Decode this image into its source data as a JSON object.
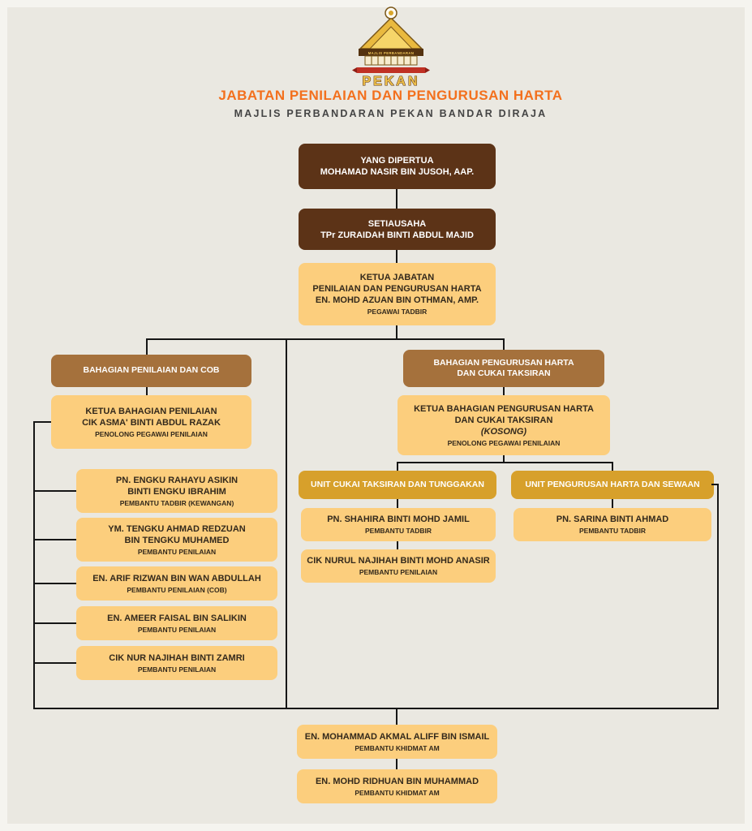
{
  "page": {
    "title": "JABATAN PENILAIAN DAN PENGURUSAN HARTA",
    "subtitle": "MAJLIS PERBANDARAN PEKAN BANDAR DIRAJA"
  },
  "logo": {
    "name": "majlis-perbandaran-pekan-crest",
    "band_text": "MAJLIS PERBANDARAN",
    "banner_text": "PEKAN"
  },
  "colors": {
    "background": "#eae8e1",
    "frame": "#f5f4ef",
    "title_orange": "#f3701d",
    "subtitle_gray": "#454545",
    "dark_brown": "#5c3317",
    "mid_brown": "#a5713c",
    "gold": "#d7a02b",
    "light_yellow": "#fcce7d",
    "line": "#161616"
  },
  "chart": {
    "yang_dipertua": {
      "title": "YANG DIPERTUA",
      "name": "MOHAMAD NASIR BIN JUSOH, AAP."
    },
    "setiausaha": {
      "title": "SETIAUSAHA",
      "name": "TPr ZURAIDAH BINTI ABDUL MAJID"
    },
    "ketua_jabatan": {
      "title": "KETUA JABATAN",
      "dept": "PENILAIAN DAN PENGURUSAN HARTA",
      "name": "EN. MOHD AZUAN BIN OTHMAN, AMP.",
      "role": "PEGAWAI TADBIR"
    },
    "bahagian_penilaian": {
      "header": "BAHAGIAN PENILAIAN DAN COB",
      "ketua": {
        "title": "KETUA BAHAGIAN PENILAIAN",
        "name": "CIK ASMA' BINTI ABDUL RAZAK",
        "role": "PENOLONG PEGAWAI PENILAIAN"
      },
      "staff": [
        {
          "line1": "PN. ENGKU RAHAYU ASIKIN",
          "line2": "BINTI ENGKU IBRAHIM",
          "role": "PEMBANTU TADBIR (KEWANGAN)"
        },
        {
          "line1": "YM. TENGKU AHMAD REDZUAN",
          "line2": "BIN TENGKU MUHAMED",
          "role": "PEMBANTU PENILAIAN"
        },
        {
          "line1": "EN. ARIF RIZWAN BIN WAN ABDULLAH",
          "role": "PEMBANTU PENILAIAN (COB)"
        },
        {
          "line1": "EN. AMEER FAISAL BIN SALIKIN",
          "role": "PEMBANTU PENILAIAN"
        },
        {
          "line1": "CIK NUR NAJIHAH BINTI ZAMRI",
          "role": "PEMBANTU PENILAIAN"
        }
      ]
    },
    "bahagian_pengurusan": {
      "header_line1": "BAHAGIAN PENGURUSAN HARTA",
      "header_line2": "DAN CUKAI TAKSIRAN",
      "ketua": {
        "title_line1": "KETUA BAHAGIAN PENGURUSAN HARTA",
        "title_line2": "DAN CUKAI TAKSIRAN",
        "name": "(KOSONG)",
        "role": "PENOLONG PEGAWAI PENILAIAN"
      },
      "unit_cukai": {
        "header": "UNIT CUKAI TAKSIRAN DAN TUNGGAKAN",
        "staff": [
          {
            "name": "PN. SHAHIRA BINTI MOHD JAMIL",
            "role": "PEMBANTU TADBIR"
          },
          {
            "name": "CIK NURUL NAJIHAH BINTI MOHD ANASIR",
            "role": "PEMBANTU PENILAIAN"
          }
        ]
      },
      "unit_harta": {
        "header": "UNIT PENGURUSAN HARTA DAN SEWAAN",
        "staff": [
          {
            "name": "PN. SARINA BINTI AHMAD",
            "role": "PEMBANTU TADBIR"
          }
        ]
      }
    },
    "support_staff": [
      {
        "name": "EN. MOHAMMAD AKMAL ALIFF BIN ISMAIL",
        "role": "PEMBANTU KHIDMAT AM"
      },
      {
        "name": "EN. MOHD RIDHUAN BIN MUHAMMAD",
        "role": "PEMBANTU KHIDMAT AM"
      }
    ]
  }
}
